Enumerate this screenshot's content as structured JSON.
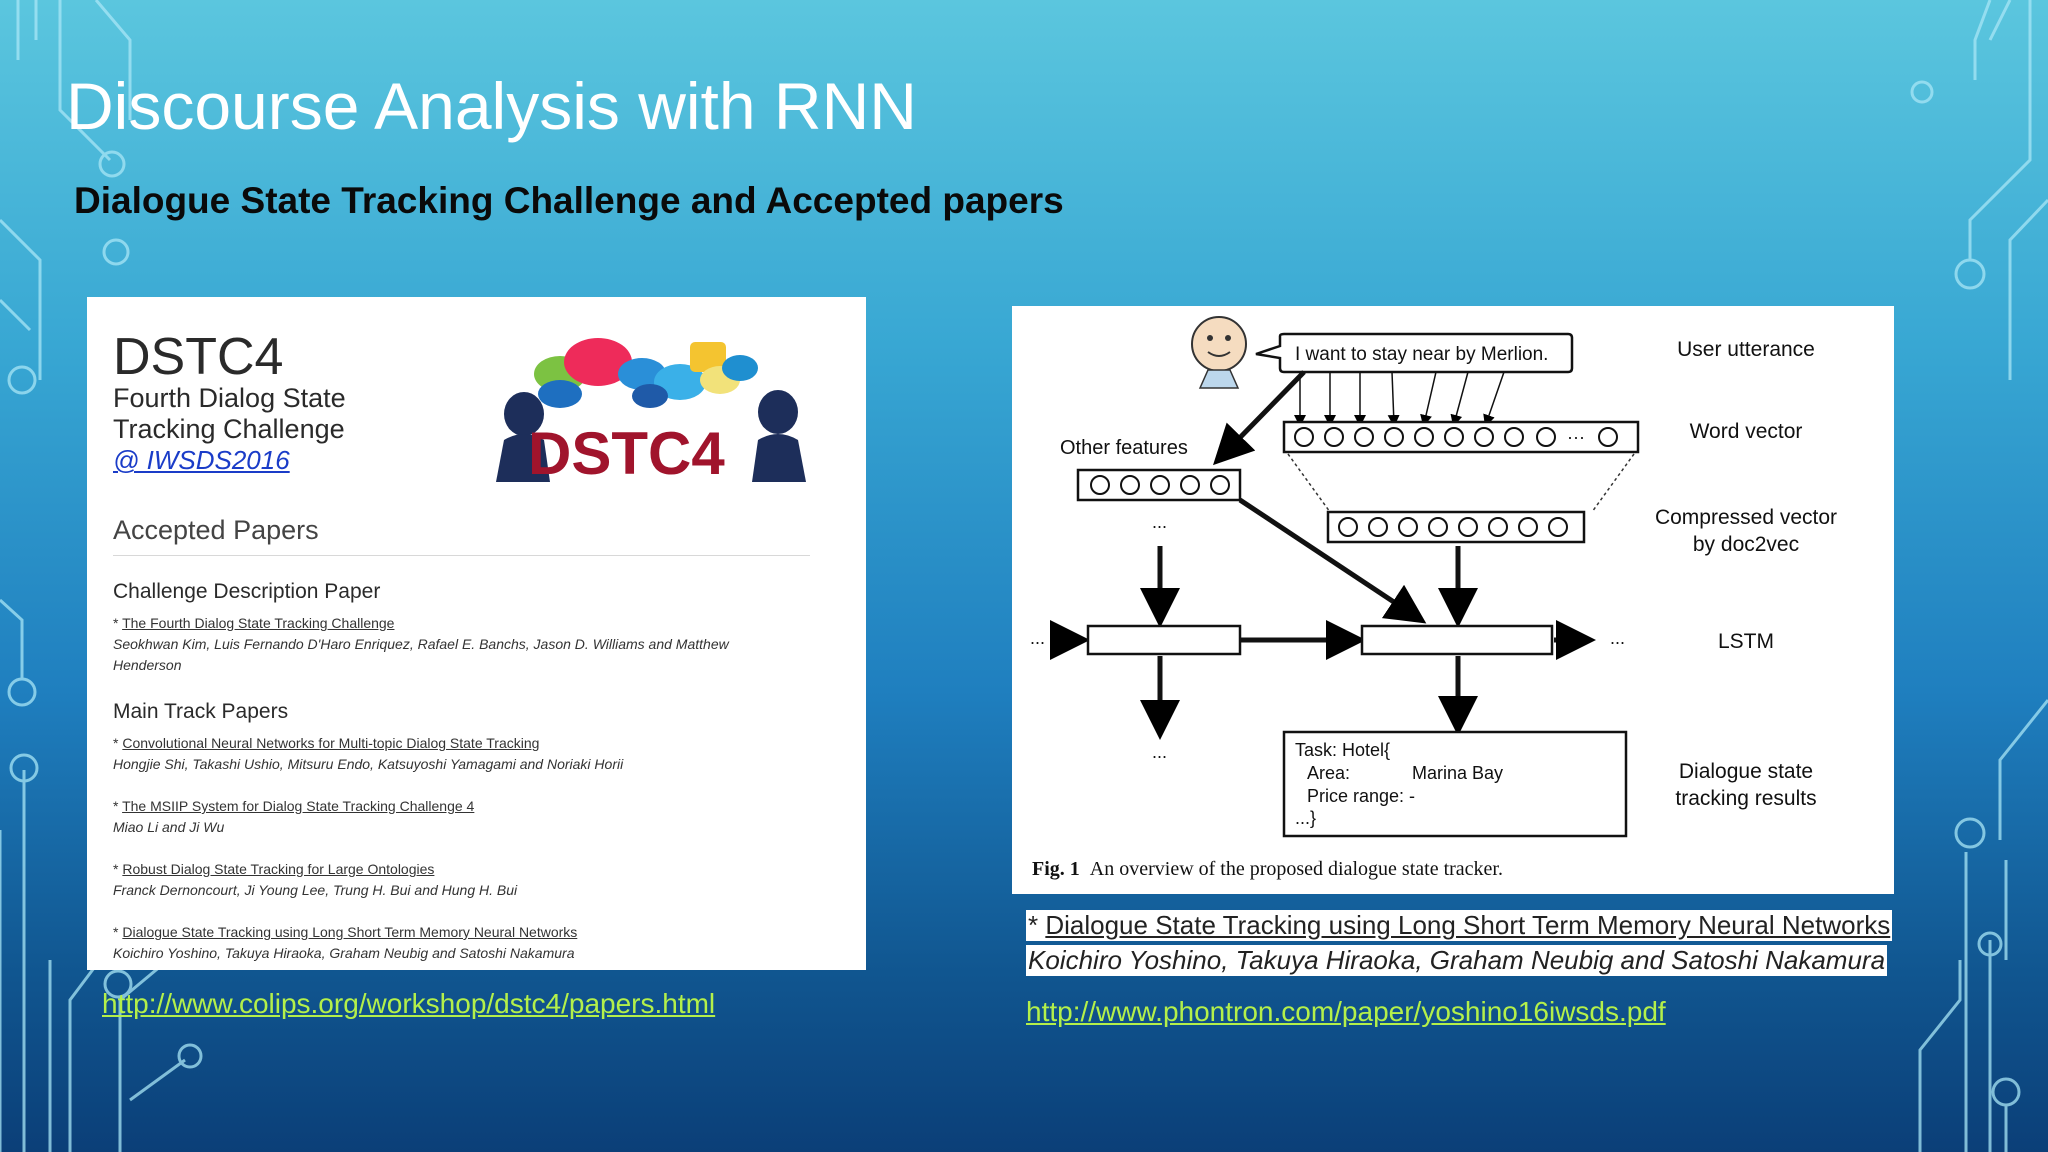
{
  "slide": {
    "title": "Discourse Analysis with RNN",
    "subtitle": "Dialogue State Tracking Challenge and Accepted papers"
  },
  "left_panel": {
    "heading": "DSTC4",
    "subheading_line1": "Fourth Dialog State",
    "subheading_line2": "Tracking Challenge",
    "event_link": "@ IWSDS2016",
    "logo_text": "DSTC4",
    "accepted_heading": "Accepted Papers",
    "sections": [
      {
        "heading": "Challenge Description Paper",
        "papers": [
          {
            "bullet": "* ",
            "title": "The Fourth Dialog State Tracking Challenge",
            "authors_line1": "Seokhwan Kim, Luis Fernando D'Haro Enriquez, Rafael E. Banchs, Jason D. Williams and Matthew",
            "authors_line2": "Henderson"
          }
        ]
      },
      {
        "heading": "Main Track Papers",
        "papers": [
          {
            "bullet": "* ",
            "title": "Convolutional Neural Networks for Multi-topic Dialog State Tracking",
            "authors_line1": "Hongjie Shi, Takashi Ushio, Mitsuru Endo, Katsuyoshi Yamagami and Noriaki Horii"
          },
          {
            "bullet": "* ",
            "title": "The MSIIP System for Dialog State Tracking Challenge 4",
            "authors_line1": "Miao Li and Ji Wu"
          },
          {
            "bullet": "* ",
            "title": "Robust Dialog State Tracking for Large Ontologies",
            "authors_line1": "Franck Dernoncourt, Ji Young Lee, Trung H. Bui and Hung H. Bui"
          },
          {
            "bullet": "* ",
            "title": "Dialogue State Tracking using Long Short Term Memory Neural Networks",
            "authors_line1": "Koichiro Yoshino, Takuya Hiraoka, Graham Neubig and Satoshi Nakamura"
          }
        ]
      }
    ],
    "url": "http://www.colips.org/workshop/dstc4/papers.html"
  },
  "diagram": {
    "speech": "I want to stay near by Merlion.",
    "other_features": "Other features",
    "ellipsis": "...",
    "word_vector_ellipsis": "···",
    "labels": {
      "user_utterance": "User utterance",
      "word_vector": "Word vector",
      "compressed_line1": "Compressed vector",
      "compressed_line2": "by doc2vec",
      "lstm": "LSTM",
      "results_line1": "Dialogue state",
      "results_line2": "tracking results"
    },
    "result_box": {
      "line1": "Task: Hotel{",
      "area_key": "Area:",
      "area_val": "Marina Bay",
      "price": "Price range: -",
      "close": "...}"
    },
    "caption_bold": "Fig. 1",
    "caption_text": "An overview of the proposed dialogue state tracker."
  },
  "reference": {
    "bullet": "* ",
    "title": "Dialogue State Tracking using Long Short Term Memory Neural Networks",
    "authors": "Koichiro Yoshino, Takuya Hiraoka, Graham Neubig and Satoshi Nakamura",
    "url": "http://www.phontron.com/paper/yoshino16iwsds.pdf"
  },
  "colors": {
    "link_green": "#b4f04a",
    "link_blue": "#1a3cc8",
    "circuit_line": "#9fe3f5"
  }
}
